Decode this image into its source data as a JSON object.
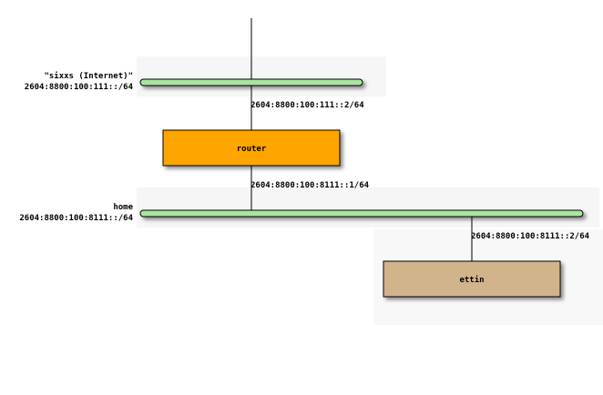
{
  "networks": [
    {
      "id": "internet",
      "name": "\"sixxs (Internet)\"",
      "prefix": "2604:8800:100:111::/64",
      "color": "#a8e6a0"
    },
    {
      "id": "home",
      "name": "home",
      "prefix": "2604:8800:100:8111::/64",
      "color": "#a8e6a0"
    }
  ],
  "nodes": [
    {
      "id": "router",
      "label": "router",
      "color": "#ffa500"
    },
    {
      "id": "ettin",
      "label": "ettin",
      "color": "#d2b48c"
    }
  ],
  "links": [
    {
      "id": "router-internet",
      "address": "2604:8800:100:111::2/64"
    },
    {
      "id": "router-home",
      "address": "2604:8800:100:8111::1/64"
    },
    {
      "id": "ettin-home",
      "address": "2604:8800:100:8111::2/64"
    }
  ]
}
